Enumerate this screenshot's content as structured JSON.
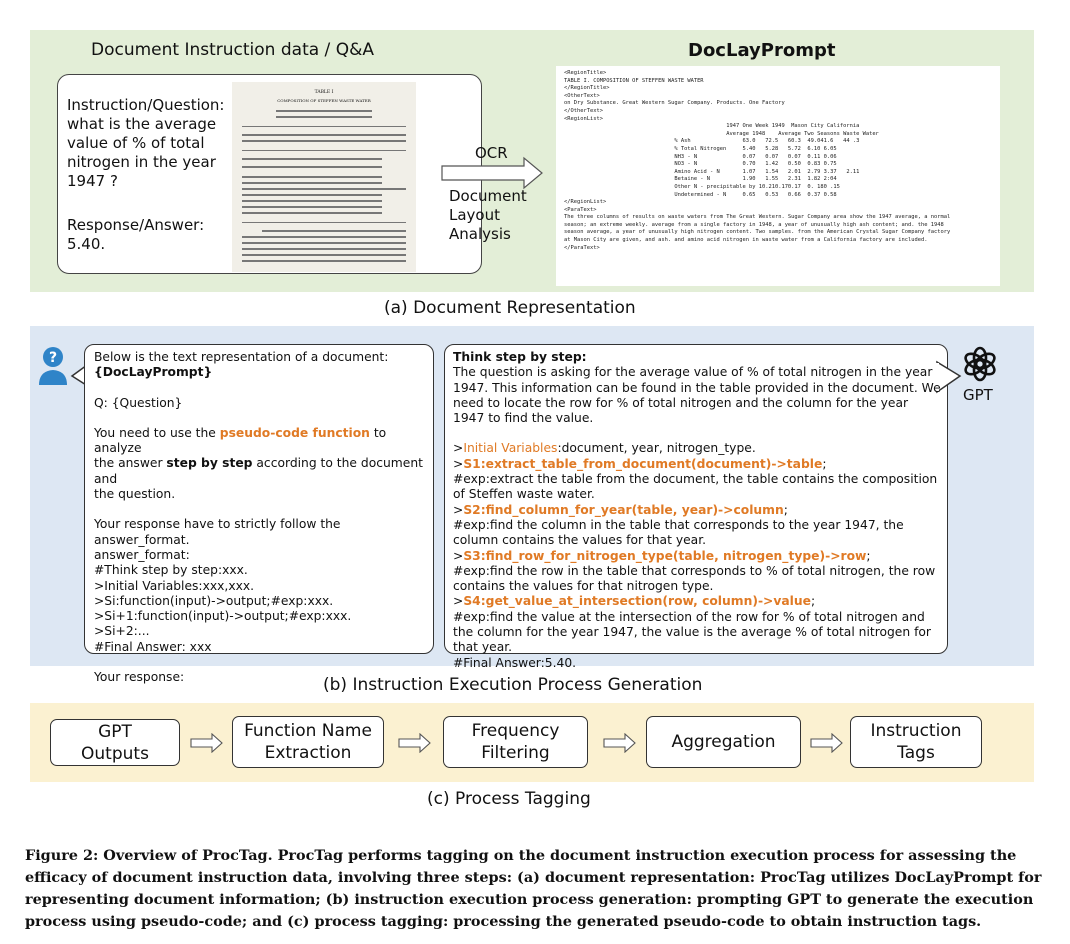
{
  "panel_a": {
    "left_title": "Document Instruction data / Q&A",
    "right_title": "DocLayPrompt",
    "question_lines": [
      "Instruction/Question:",
      "what is the average",
      "value of % of total",
      "nitrogen in the year",
      "1947 ?"
    ],
    "answer_lines": [
      "Response/Answer:",
      "5.40."
    ],
    "arrow_top_label": "OCR",
    "arrow_bottom_lines": [
      "Document",
      "Layout",
      "Analysis"
    ],
    "scan_title": "TABLE I",
    "scan_subtitle": "COMPOSITION OF STEFFEN WASTE WATER",
    "doclay_text": "<RegionTitle>\nTABLE I. COMPOSITION OF STEFFEN WASTE WATER\n</RegionTitle>\n<OtherText>\non Dry Substance. Great Western Sugar Company. Products. One Factory\n</OtherText>\n<RegionList>\n                                                  1947 One Week 1949  Mason City California\n                                                  Average 1948    Average Two Seasons Waste Water\n                                  % Ash                63.0   72.5   60.3  49.041.6   44 .3\n                                  % Total Nitrogen     5.40   5.28   5.72  6.10 6.05\n                                  NH3 - N              0.07   0.07   0.07  0.11 0.06\n                                  NO3 - N              0.70   1.42   0.50  0.83 0.75\n                                  Amino Acid - N       1.07   1.54   2.01  2.79 3.37   2.11\n                                  Betaine - N          1.90   1.55   2.31  1.82 2:04\n                                  Other N - precipitable by 10.210.170.17  0. 180 .15\n                                  Undetermined - N     0.65   0.53   0.66  0.37 0.58\n</RegionList>\n<ParaText>\nThe three columns of results on waste waters from The Great Western. Sugar Company area show the 1947 average, a normal\nseason; an extreme weekly. average from a single factory in 1948, a year of unusually high ash content; and. the 1948\nseason average, a year of unusually high nitrogen content. Two samples. from the American Crystal Sugar Company factory\nat Mason City are given, and ash. and amino acid nitrogen in waste water from a California factory are included.\n</ParaText>",
    "caption": "(a) Document Representation"
  },
  "panel_b": {
    "left_bubble": {
      "l1": "Below is the text representation of a document:",
      "l2": "{DocLayPrompt}",
      "l3": "Q: {Question}",
      "l4a": "You need to use the ",
      "l4b": "pseudo-code function",
      "l4c": " to analyze",
      "l5a": "the answer ",
      "l5b": "step by step",
      "l5c": " according to the document and",
      "l6": "the question.",
      "l7": "Your response have to strictly follow the answer_format.",
      "l8": "answer_format:",
      "l9": "#Think step by step:xxx.",
      "l10": ">Initial Variables:xxx,xxx.",
      "l11": ">Si:function(input)->output;#exp:xxx.",
      "l12": ">Si+1:function(input)->output;#exp:xxx.",
      "l13": ">Si+2:...",
      "l14": "#Final Answer: xxx",
      "l15": "Your response:"
    },
    "right_bubble": {
      "head": "Think step by step:",
      "intro": "The question is asking for the average value of % of total nitrogen in the year 1947. This information can be found in the table provided in the document. We need to locate the row for % of total nitrogen and the column for the year 1947 to find the value.",
      "init_label": "Initial Variables",
      "init_rest": ":document, year, nitrogen_type.",
      "s1": "S1:extract_table_from_document(document)->table",
      "s1_exp": "#exp:extract the table from the document, the table contains the composition of Steffen waste water.",
      "s2": "S2:find_column_for_year(table, year)->column",
      "s2_exp": "#exp:find the column in the table that corresponds to the year 1947, the column contains the values for that year.",
      "s3": "S3:find_row_for_nitrogen_type(table, nitrogen_type)->row",
      "s3_exp": "#exp:find the row in the table that corresponds to % of total nitrogen, the row contains the values for that nitrogen type.",
      "s4": "S4:get_value_at_intersection(row, column)->value",
      "s4_exp": "#exp:find the value at the intersection of the row for % of total nitrogen and the column for the year 1947, the value is the average % of total nitrogen for that year.",
      "final": "#Final Answer:5.40."
    },
    "gpt_label": "GPT",
    "caption": "(b) Instruction Execution Process Generation"
  },
  "panel_c": {
    "boxes": [
      [
        "GPT",
        "Outputs"
      ],
      [
        "Function Name",
        "Extraction"
      ],
      [
        "Frequency",
        "Filtering"
      ],
      [
        "Aggregation"
      ],
      [
        "Instruction",
        "Tags"
      ]
    ],
    "caption": "(c) Process Tagging"
  },
  "figure_caption": "Figure 2: Overview of ProcTag. ProcTag performs tagging on the document instruction execution process for assessing the efficacy of document instruction data, involving three steps: (a) document representation: ProcTag utilizes DocLayPrompt for representing document information; (b) instruction execution process generation: prompting GPT to generate the execution process using pseudo-code; and (c) process tagging: processing the generated pseudo-code to obtain instruction tags.",
  "colors": {
    "panel_a": "#e3eed7",
    "panel_b": "#dde7f3",
    "panel_c": "#fbf1d1",
    "accent_orange": "#e07a25",
    "user_icon_blue": "#2f84c8"
  }
}
